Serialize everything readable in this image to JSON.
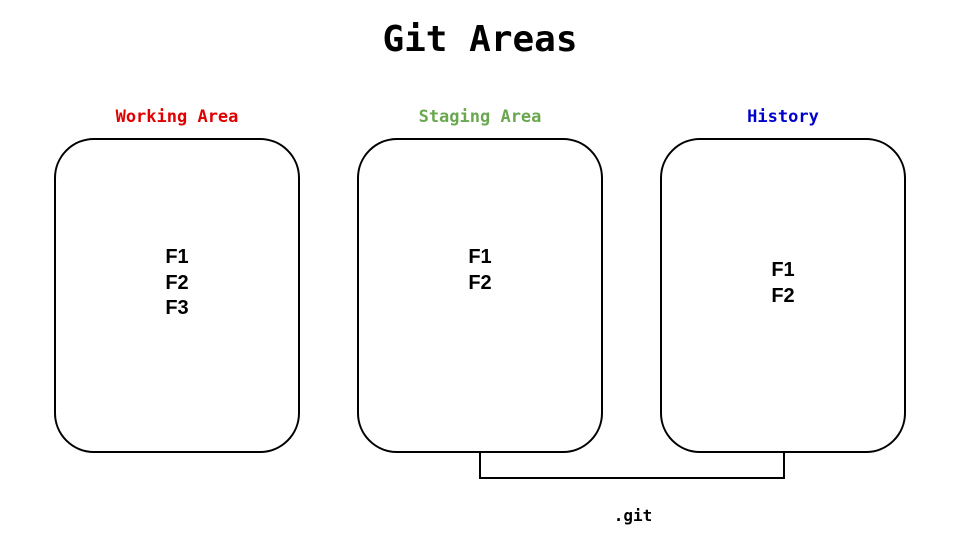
{
  "title": "Git Areas",
  "areas": [
    {
      "label": "Working Area",
      "color": "#e00000",
      "files": [
        "F1",
        "F2",
        "F3"
      ]
    },
    {
      "label": "Staging Area",
      "color": "#6aa84f",
      "files": [
        "F1",
        "F2"
      ]
    },
    {
      "label": "History",
      "color": "#0000cc",
      "files": [
        "F1",
        "F2"
      ]
    }
  ],
  "git_label": ".git"
}
